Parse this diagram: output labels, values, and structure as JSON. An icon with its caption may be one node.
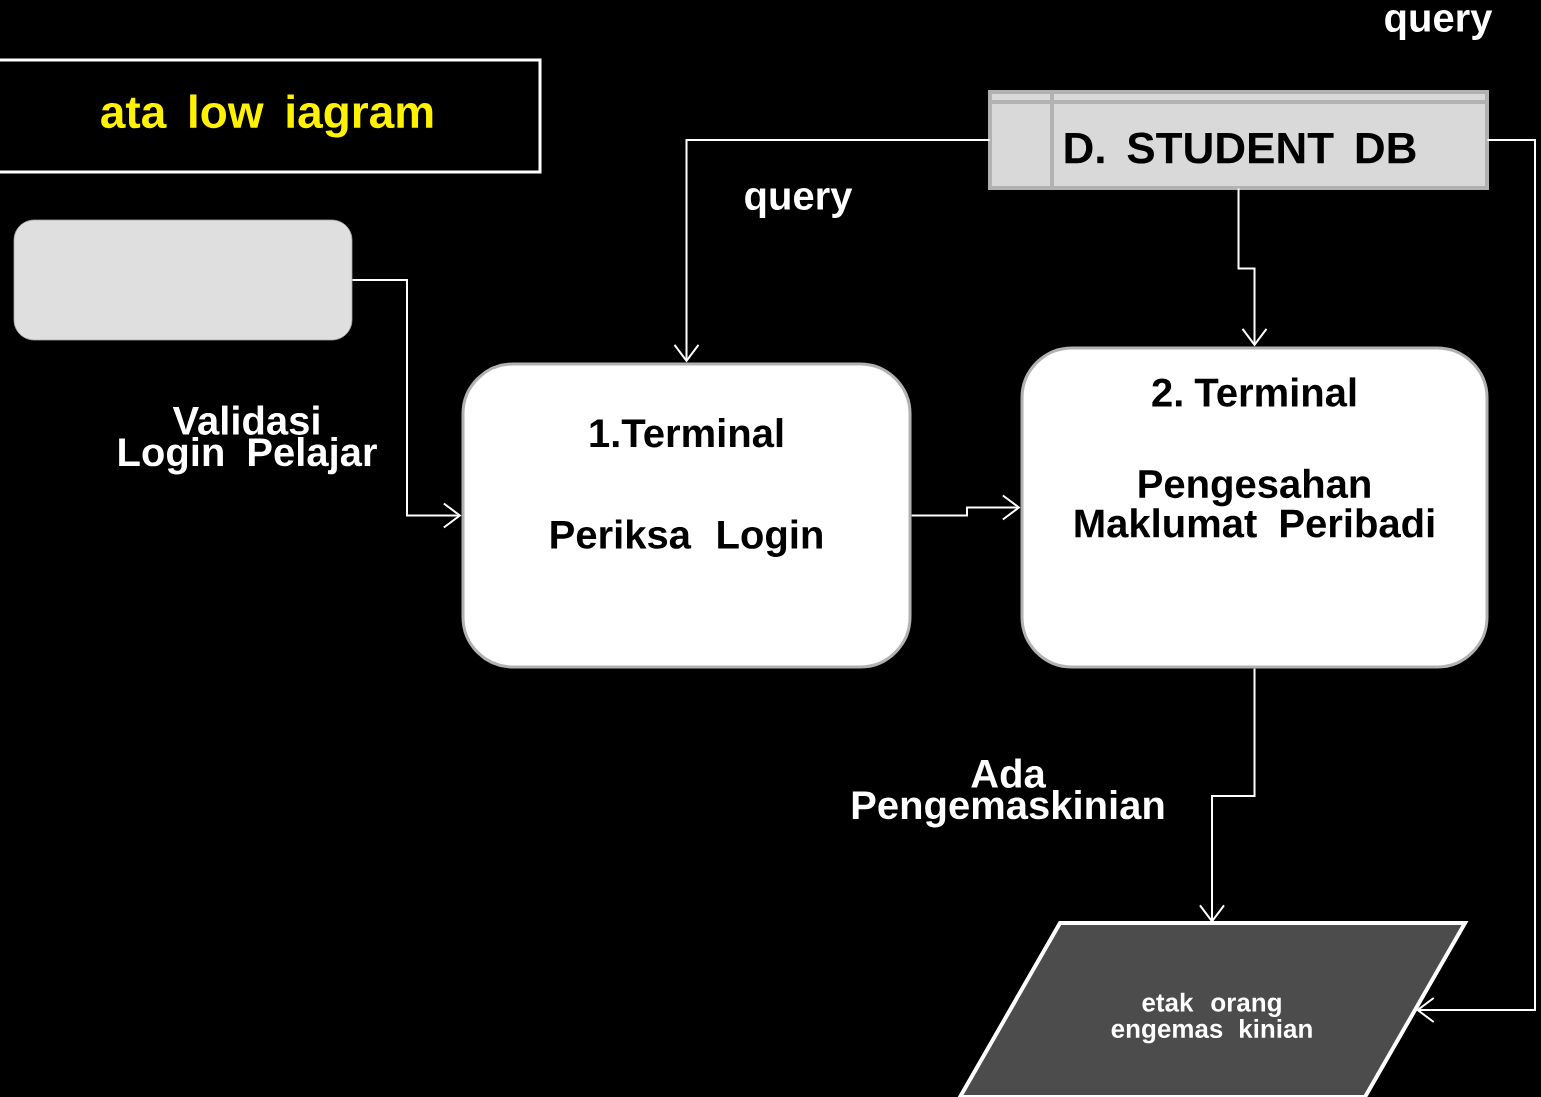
{
  "diagram": {
    "nodes": [
      {
        "text": [
          "ata low iagram"
        ]
      },
      {
        "text": [],
        "shape": "box"
      },
      {
        "text": [
          "1.Terminal",
          "Periksa Login"
        ]
      },
      {
        "text": [
          "D. STUDENT DB"
        ]
      },
      {
        "text": [
          "2. Terminal",
          "Pengesahan Maklumat Peribadi"
        ]
      },
      {
        "text": [
          "etak orang engemas kinian"
        ]
      }
    ],
    "edges": [
      {
        "from": 1,
        "to": 2,
        "arrow": "to",
        "label": "Validasi Login Pelajar"
      },
      {
        "from": 3,
        "to": 2,
        "arrow": "to",
        "label": "query"
      },
      {
        "from": 3,
        "to": 4,
        "arrow": "to"
      },
      {
        "from": 2,
        "to": 4,
        "arrow": "to"
      },
      {
        "from": 4,
        "to": 5,
        "arrow": "to",
        "label": "Ada Pengemaskinian"
      },
      {
        "from": 3,
        "to": 5,
        "arrow": "to"
      }
    ],
    "labels": [
      "query"
    ]
  }
}
